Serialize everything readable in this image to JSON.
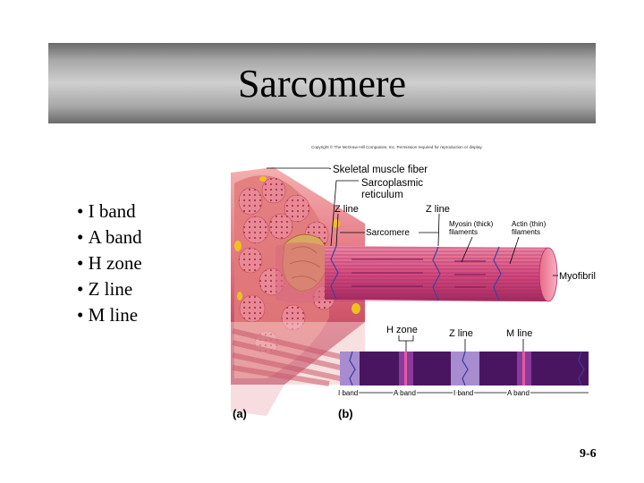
{
  "slide": {
    "title": "Sarcomere",
    "bullets": [
      "I band",
      "A band",
      "H zone",
      "Z line",
      "M line"
    ],
    "slide_number": "9-6"
  },
  "figure": {
    "copyright": "Copyright © The McGraw-Hill Companies, Inc. Permission required for reproduction or display.",
    "labels": {
      "skeletal_muscle_fiber": "Skeletal muscle fiber",
      "sarcoplasmic_1": "Sarcoplasmic",
      "sarcoplasmic_2": "reticulum",
      "z_line_1": "Z line",
      "z_line_2": "Z line",
      "sarcomere": "Sarcomere",
      "myosin_1": "Myosin (thick)",
      "myosin_2": "filaments",
      "actin_1": "Actin (thin)",
      "actin_2": "filaments",
      "myofibril": "Myofibril",
      "h_zone": "H zone",
      "z_line_b": "Z line",
      "m_line": "M line",
      "i_band_1": "I band",
      "a_band_1": "A band",
      "i_band_2": "I band",
      "a_band_2": "A band",
      "panel_a": "(a)",
      "panel_b": "(b)"
    },
    "colors": {
      "fiber_pink": "#e87878",
      "myofibril_pink": "#d95a7a",
      "reticulum_tan": "#d9a860",
      "band_dark": "#4a1560",
      "band_light": "#a78cd0",
      "m_line_pink": "#e05aa0"
    }
  }
}
